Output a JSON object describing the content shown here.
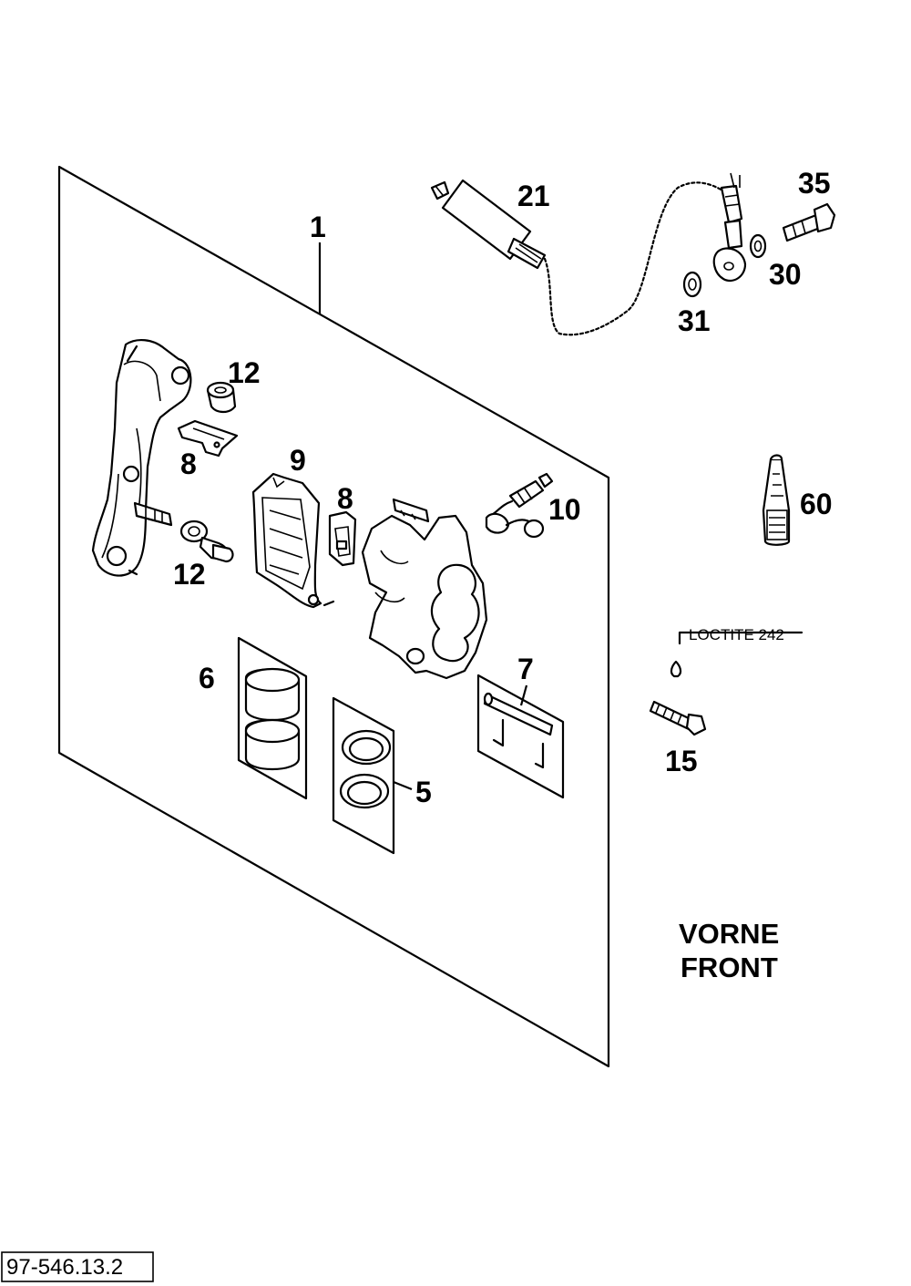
{
  "diagram": {
    "document_number": "97-546.13.2",
    "heading_line1": "VORNE",
    "heading_line2": "FRONT",
    "loctite_note": "LOCTITE 242",
    "callouts": {
      "c1": "1",
      "c5": "5",
      "c6": "6",
      "c7": "7",
      "c8a": "8",
      "c8b": "8",
      "c9": "9",
      "c10": "10",
      "c12a": "12",
      "c12b": "12",
      "c15": "15",
      "c21": "21",
      "c30": "30",
      "c31": "31",
      "c35": "35",
      "c60": "60"
    }
  }
}
